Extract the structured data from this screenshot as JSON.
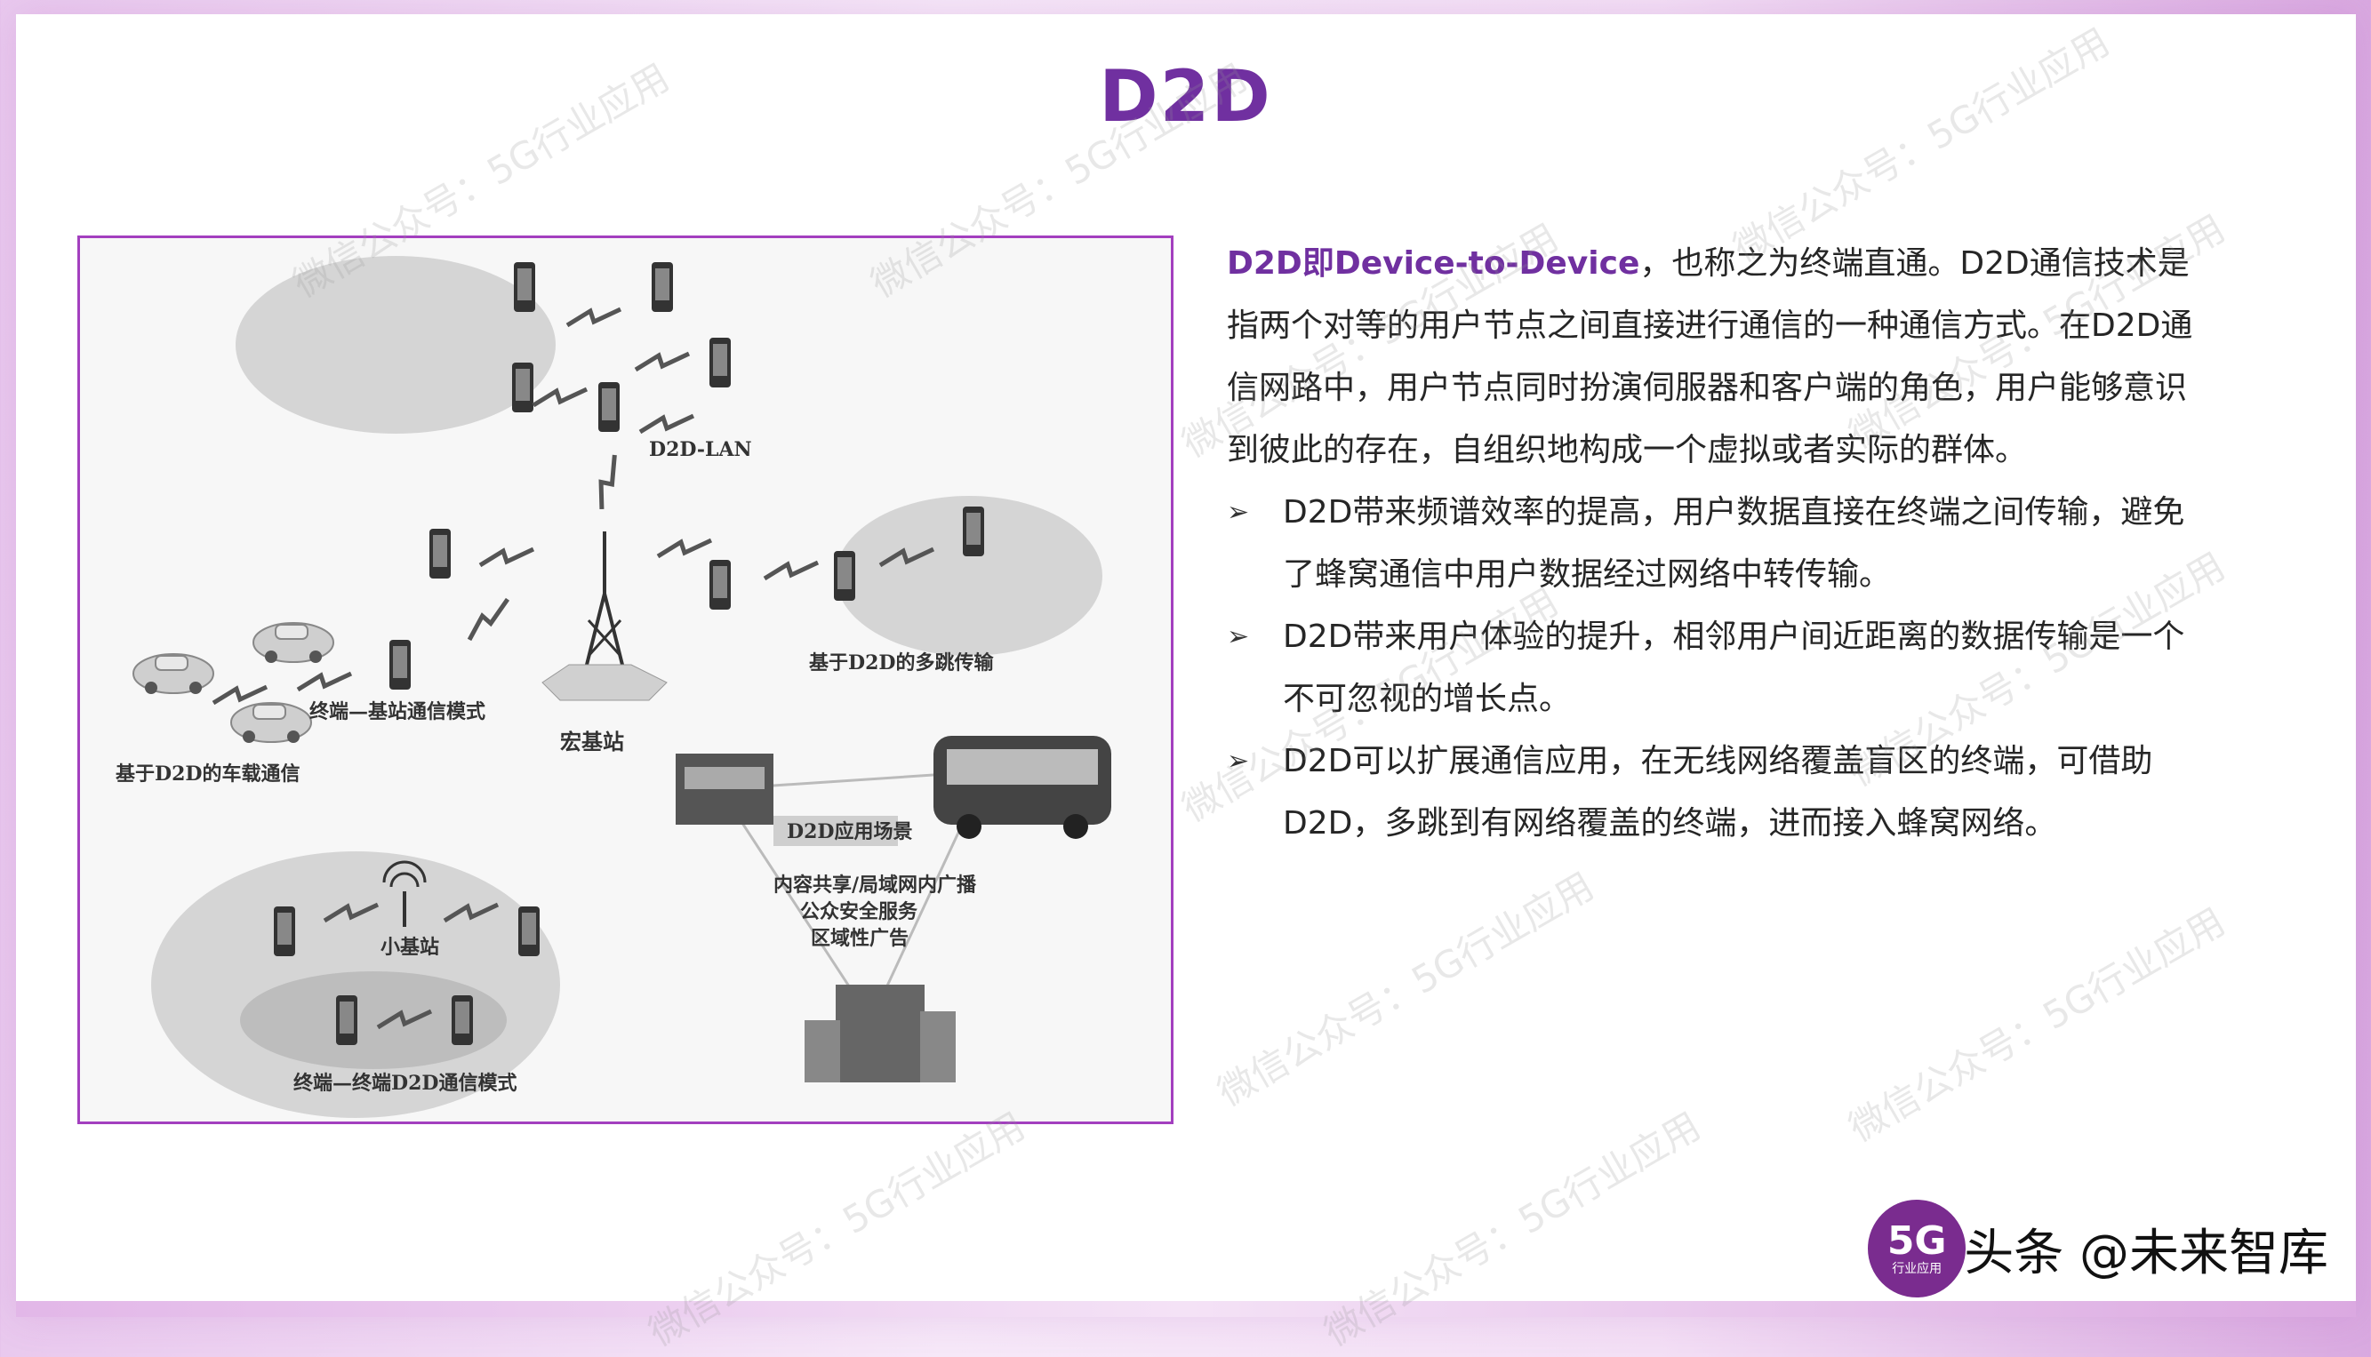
{
  "page": {
    "title": "D2D"
  },
  "figure": {
    "labels": {
      "d2d_lan": "D2D-LAN",
      "multihop": "基于D2D的多跳传输",
      "terminal_bs_mode": "终端—基站通信模式",
      "macro_bs": "宏基站",
      "vehicle": "基于D2D的车载通信",
      "scenario_title": "D2D应用场景",
      "scenario_line1": "内容共享/局域网内广播",
      "scenario_line2": "公众安全服务",
      "scenario_line3": "区域性广告",
      "small_bs": "小基站",
      "terminal_terminal_mode": "终端—终端D2D通信模式"
    }
  },
  "content": {
    "intro_highlight": "D2D即Device-to-Device",
    "intro_text": "，也称之为终端直通。D2D通信技术是指两个对等的用户节点之间直接进行通信的一种通信方式。在D2D通信网路中，用户节点同时扮演伺服器和客户端的角色，用户能够意识到彼此的存在，自组织地构成一个虚拟或者实际的群体。",
    "bullet_glyph": "➢",
    "bullets": [
      "D2D带来频谱效率的提高，用户数据直接在终端之间传输，避免了蜂窝通信中用户数据经过网络中转传输。",
      "D2D带来用户体验的提升，相邻用户间近距离的数据传输是一个不可忽视的增长点。",
      "D2D可以扩展通信应用，在无线网络覆盖盲区的终端，可借助D2D，多跳到有网络覆盖的终端，进而接入蜂窝网络。"
    ]
  },
  "watermark": {
    "text": "微信公众号：5G行业应用"
  },
  "footer": {
    "logo_main": "5G",
    "logo_sub": "行业应用",
    "source": "头条 @未来智库"
  },
  "colors": {
    "accent": "#7030a0",
    "border": "#a33fbf"
  }
}
